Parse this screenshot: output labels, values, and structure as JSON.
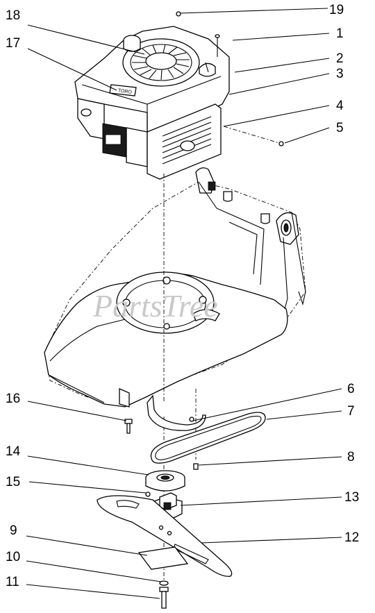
{
  "watermark": "PartsTree",
  "callouts": [
    {
      "id": "c1",
      "label": "1"
    },
    {
      "id": "c2",
      "label": "2"
    },
    {
      "id": "c3",
      "label": "3"
    },
    {
      "id": "c4",
      "label": "4"
    },
    {
      "id": "c5",
      "label": "5"
    },
    {
      "id": "c6",
      "label": "6"
    },
    {
      "id": "c7",
      "label": "7"
    },
    {
      "id": "c8",
      "label": "8"
    },
    {
      "id": "c9",
      "label": "9"
    },
    {
      "id": "c10",
      "label": "10"
    },
    {
      "id": "c11",
      "label": "11"
    },
    {
      "id": "c12",
      "label": "12"
    },
    {
      "id": "c13",
      "label": "13"
    },
    {
      "id": "c14",
      "label": "14"
    },
    {
      "id": "c15",
      "label": "15"
    },
    {
      "id": "c16",
      "label": "16"
    },
    {
      "id": "c17",
      "label": "17"
    },
    {
      "id": "c18",
      "label": "18"
    },
    {
      "id": "c19",
      "label": "19"
    }
  ]
}
